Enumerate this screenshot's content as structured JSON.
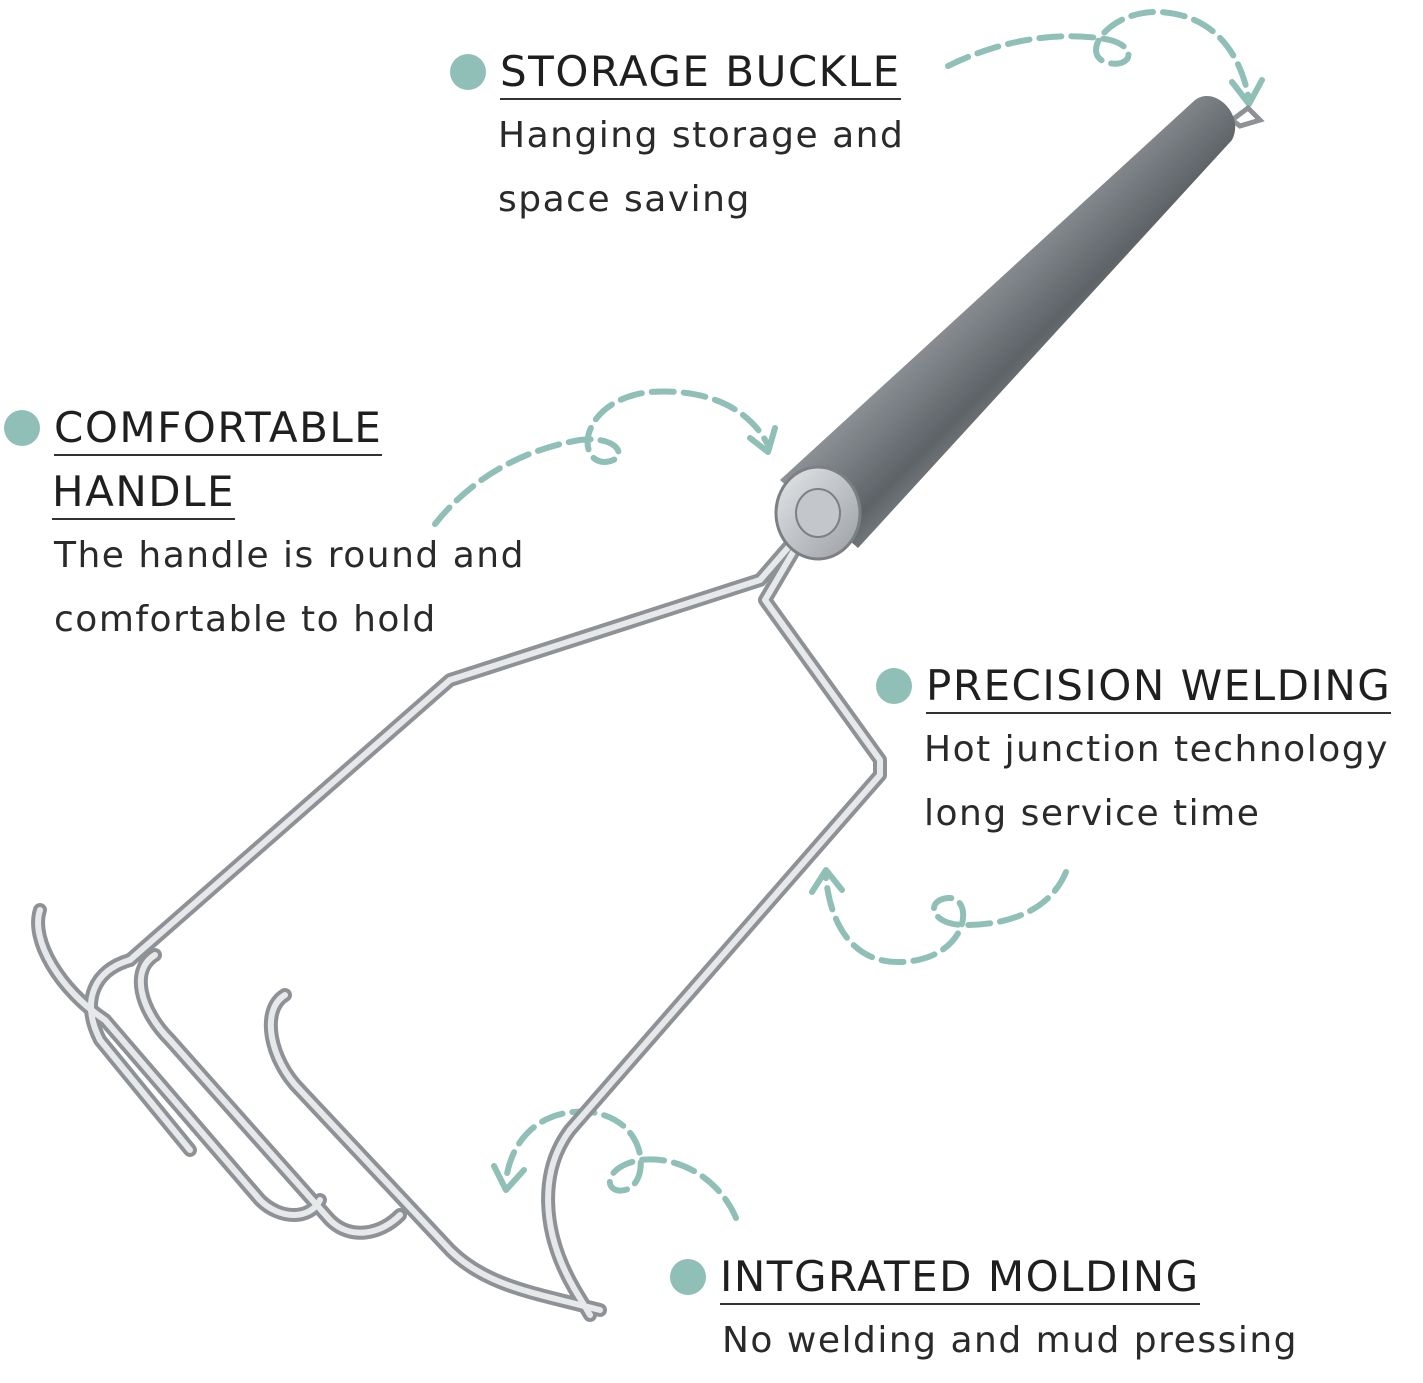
{
  "colors": {
    "accent_teal": "#8fbfb6",
    "text": "#222222",
    "steel": "#b8bcc0"
  },
  "icons": [
    "bullet-dot",
    "curved-dashed-arrow"
  ],
  "callouts": {
    "storage": {
      "title": "STORAGE BUCKLE",
      "desc_line1": "Hanging storage and",
      "desc_line2": "space saving"
    },
    "comfort": {
      "title_line1": "COMFORTABLE",
      "title_line2": "HANDLE",
      "desc_line1": "The handle is round and",
      "desc_line2": "comfortable to hold"
    },
    "precision": {
      "title": "PRECISION WELDING",
      "desc_line1": "Hot junction technology",
      "desc_line2": "long service time"
    },
    "molding": {
      "title": "INTGRATED MOLDING",
      "desc_line1": "No welding and mud pressing"
    }
  }
}
